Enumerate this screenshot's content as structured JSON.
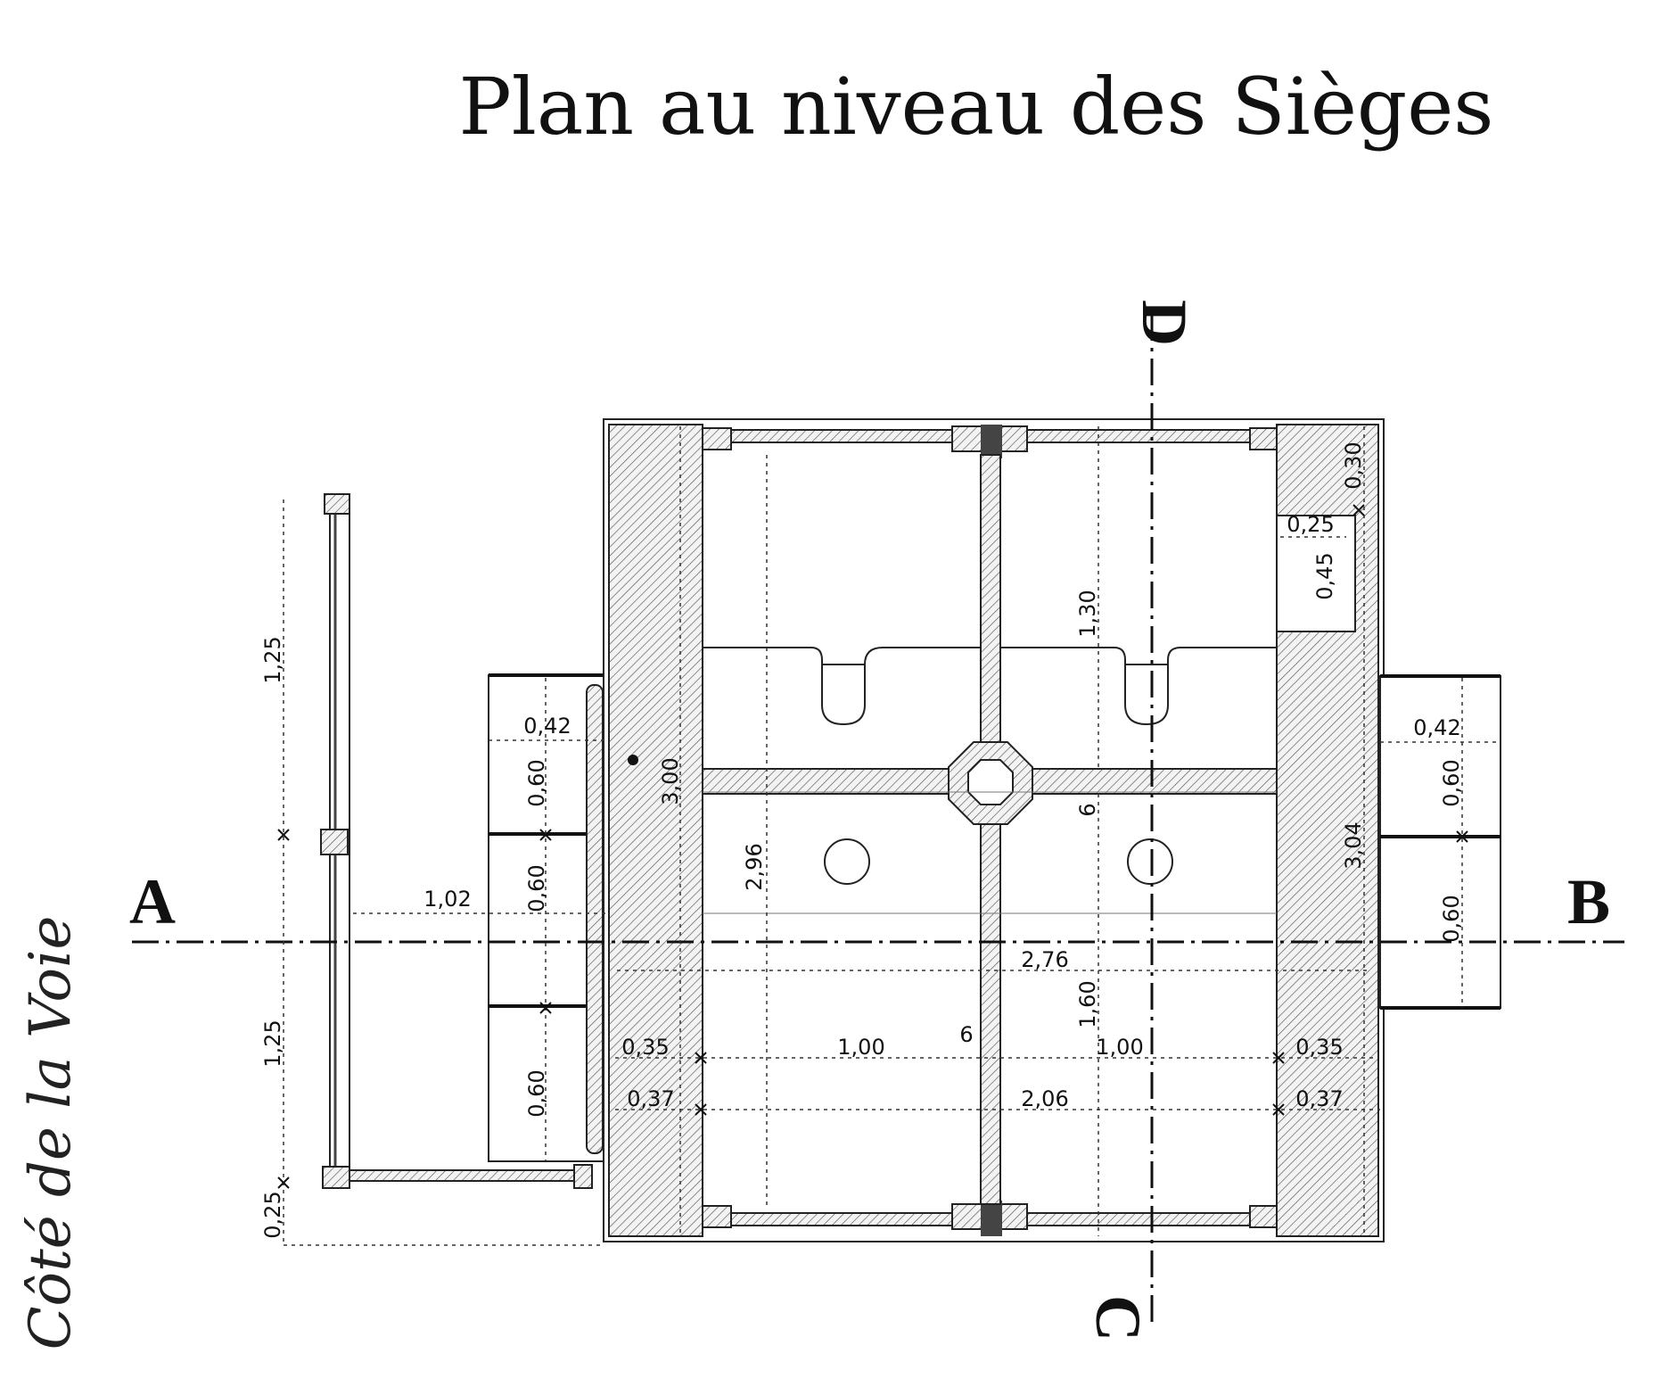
{
  "title": "Plan au niveau des Sièges",
  "side_label": "Côté de la Voie",
  "sections": {
    "a": "A",
    "b": "B",
    "c": "C",
    "d": "D"
  },
  "dimensions": {
    "fence_upper": "1,25",
    "fence_lower": "1,25",
    "fence_base": "0,25",
    "gap_to_wall": "1,02",
    "left_bench_depth": "0,42",
    "left_bench_1": "0,60",
    "left_bench_2": "0,60",
    "left_bench_3": "0,60",
    "left_wall_height": "3,00",
    "inner_height": "2,96",
    "left_wall_thick_a": "0,35",
    "left_wall_thick_b": "0,37",
    "cell_left_width": "1,00",
    "partition": "6",
    "partition_2": "6",
    "cell_right_width": "1,00",
    "inner_total": "2,06",
    "overall_width": "2,76",
    "upper_cell_depth": "1,30",
    "lower_cell_depth": "1,60",
    "right_wall_height": "3,04",
    "right_wall_thick_a": "0,35",
    "right_wall_thick_b": "0,37",
    "niche_width": "0,25",
    "niche_depth": "0,45",
    "corner_wall": "0,30",
    "right_bench_depth": "0,42",
    "right_bench_1": "0,60",
    "right_bench_2": "0,60"
  }
}
